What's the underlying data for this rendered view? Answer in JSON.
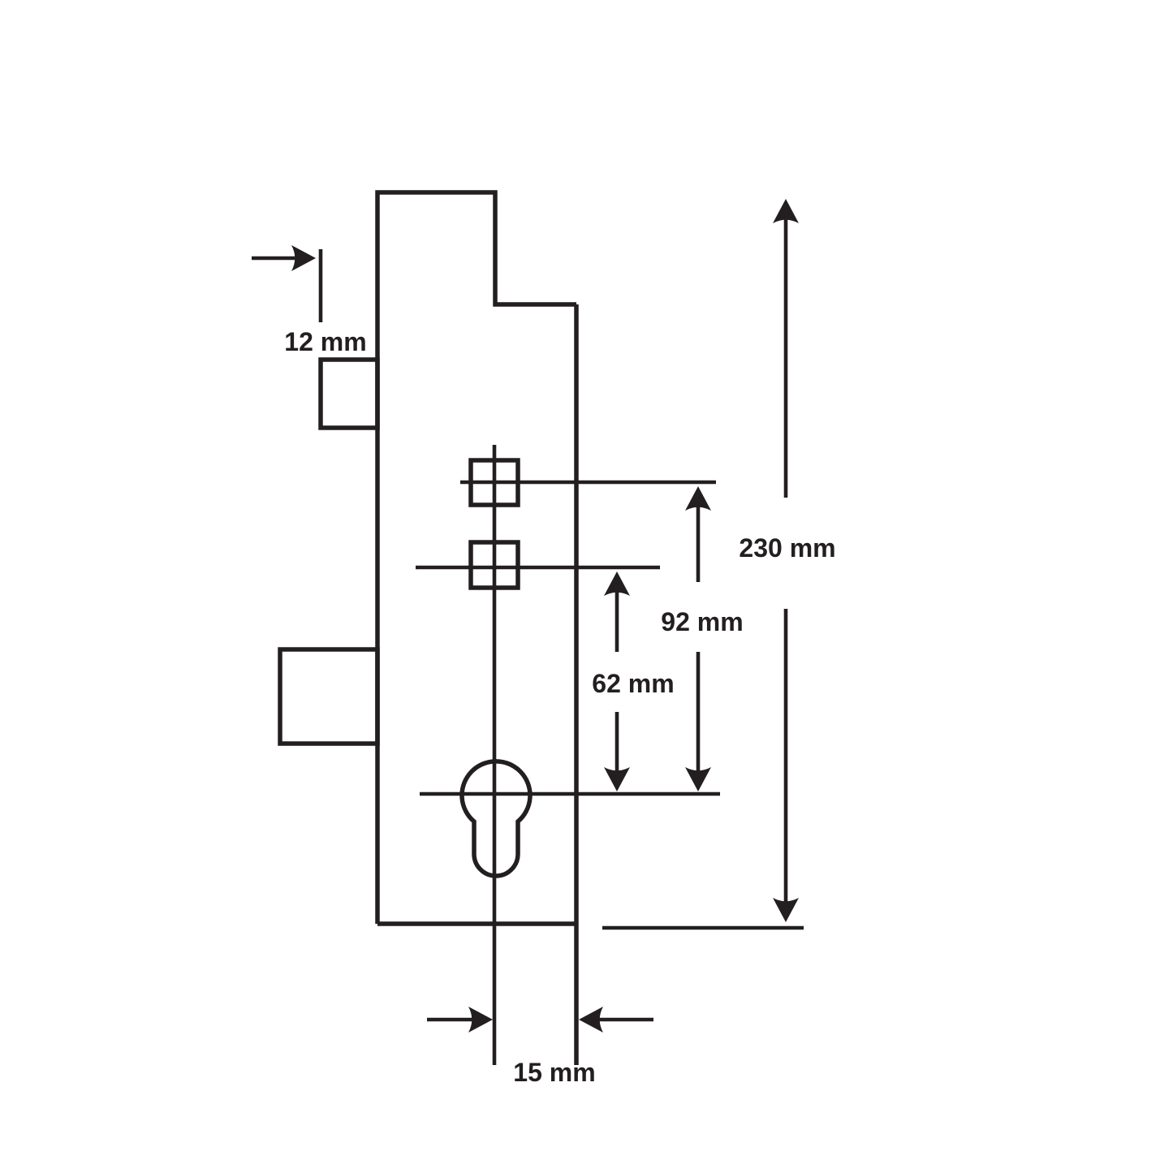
{
  "colors": {
    "ink": "#231f20",
    "background": "#ffffff"
  },
  "diagram": {
    "kind": "technical-dimension-drawing",
    "subject": "lock-case-side-profile",
    "dimensions": {
      "latch_offset": "12 mm",
      "overall_height": "230 mm",
      "follower_to_cylinder_upper": "92 mm",
      "follower_to_cylinder_lower": "62 mm",
      "bottom_spacing": "15 mm"
    }
  }
}
